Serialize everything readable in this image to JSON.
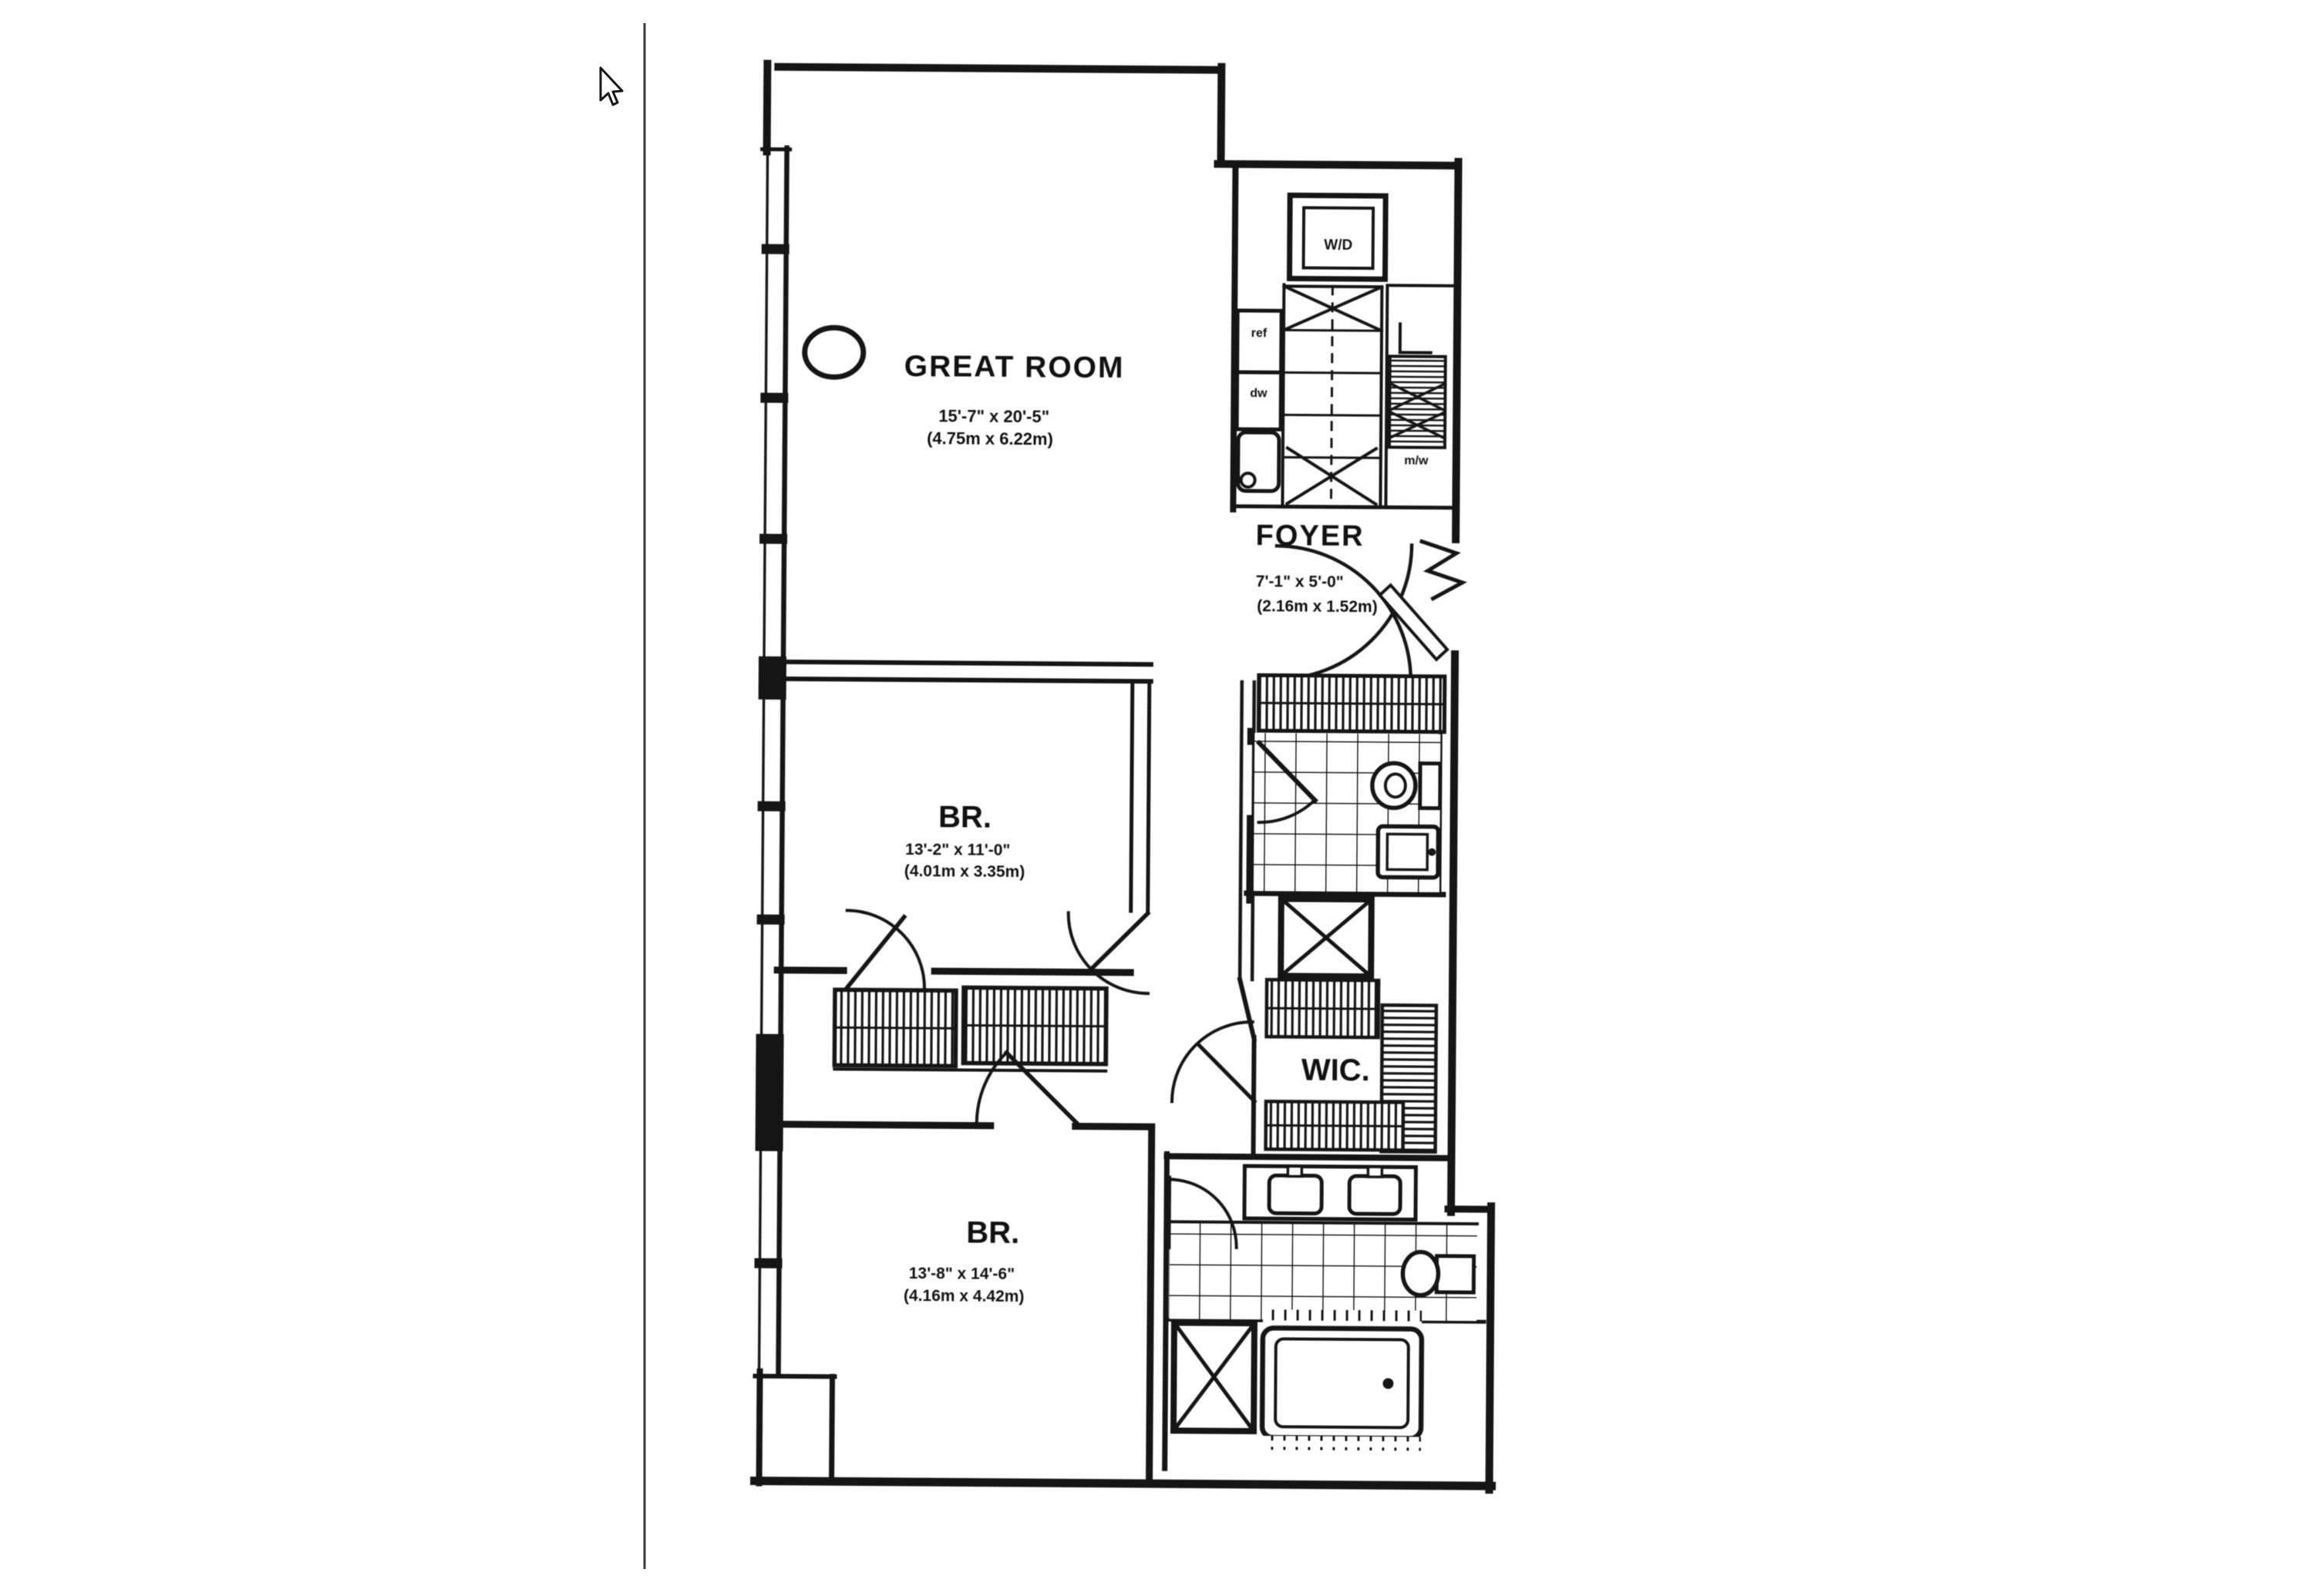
{
  "page": {
    "background": "#ffffff",
    "divider_color": "#3d3d3d",
    "ink_color": "#1a1a1a"
  },
  "floor_plan": {
    "rooms": {
      "great_room": {
        "name": "GREAT ROOM",
        "dimensions_imperial": "15'-7\" x 20'-5\"",
        "dimensions_metric": "(4.75m x 6.22m)"
      },
      "foyer": {
        "name": "FOYER",
        "dimensions_imperial": "7'-1\" x 5'-0\"",
        "dimensions_metric": "(2.16m x 1.52m)"
      },
      "bedroom_upper": {
        "name": "BR.",
        "dimensions_imperial": "13'-2\" x 11'-0\"",
        "dimensions_metric": "(4.01m x 3.35m)"
      },
      "bedroom_lower": {
        "name": "BR.",
        "dimensions_imperial": "13'-8\" x 14'-6\"",
        "dimensions_metric": "(4.16m x 4.42m)"
      },
      "walk_in_closet": {
        "name": "WIC."
      }
    },
    "appliances": {
      "washer_dryer": "W/D",
      "refrigerator": "ref",
      "dishwasher": "dw",
      "microwave": "m/w"
    }
  }
}
